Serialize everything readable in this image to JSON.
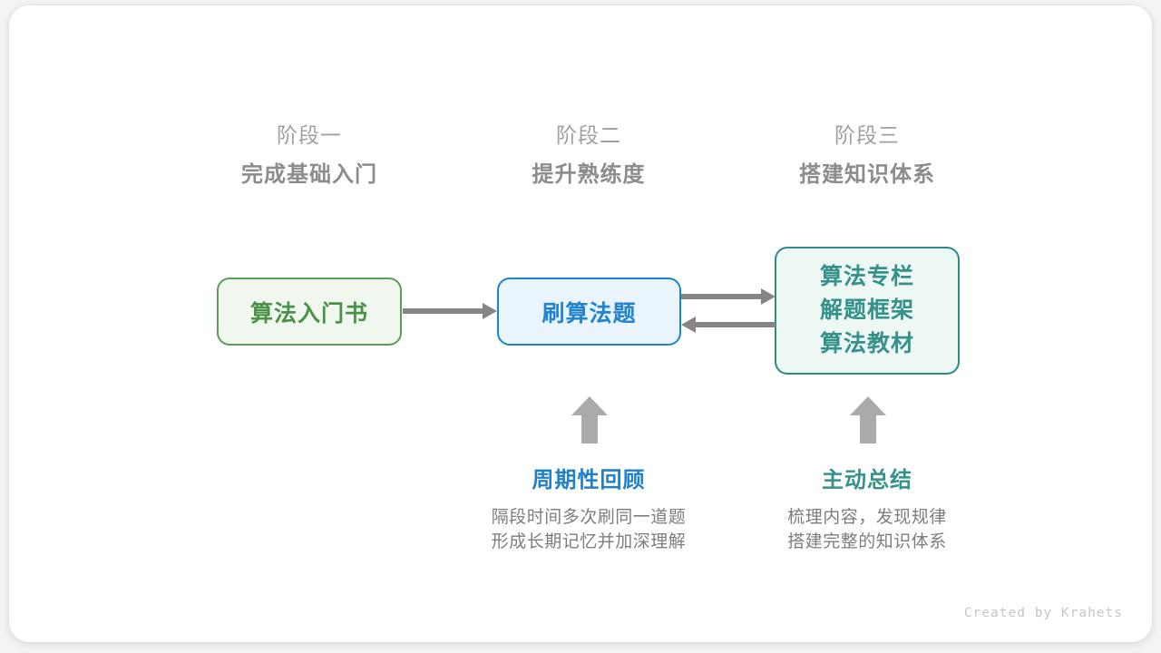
{
  "stages": [
    {
      "number": "阶段一",
      "title": "完成基础入门"
    },
    {
      "number": "阶段二",
      "title": "提升熟练度"
    },
    {
      "number": "阶段三",
      "title": "搭建知识体系"
    }
  ],
  "nodes": {
    "book": {
      "label": "算法入门书",
      "color": "#4b9149",
      "border": "#5a9e57",
      "fill": "#f0f7ef"
    },
    "practice": {
      "label": "刷算法题",
      "color": "#2283cf",
      "border": "#1b84d2",
      "fill": "#e9f4fc"
    },
    "resources": {
      "lines": [
        "算法专栏",
        "解题框架",
        "算法教材"
      ],
      "color": "#35918a",
      "border": "#2e8b84",
      "fill": "#edf7f4"
    }
  },
  "arrows": {
    "color": "#858585",
    "book_to_practice": "right",
    "practice_to_resources": "right",
    "resources_to_practice": "left",
    "up_arrow_color": "#aaaaaa"
  },
  "annotations": [
    {
      "title": "周期性回顾",
      "color": "#2080c8",
      "desc_line1": "隔段时间多次刷同一道题",
      "desc_line2": "形成长期记忆并加深理解"
    },
    {
      "title": "主动总结",
      "color": "#35918a",
      "desc_line1": "梳理内容，发现规律",
      "desc_line2": "搭建完整的知识体系"
    }
  ],
  "credit": "Created by Krahets"
}
